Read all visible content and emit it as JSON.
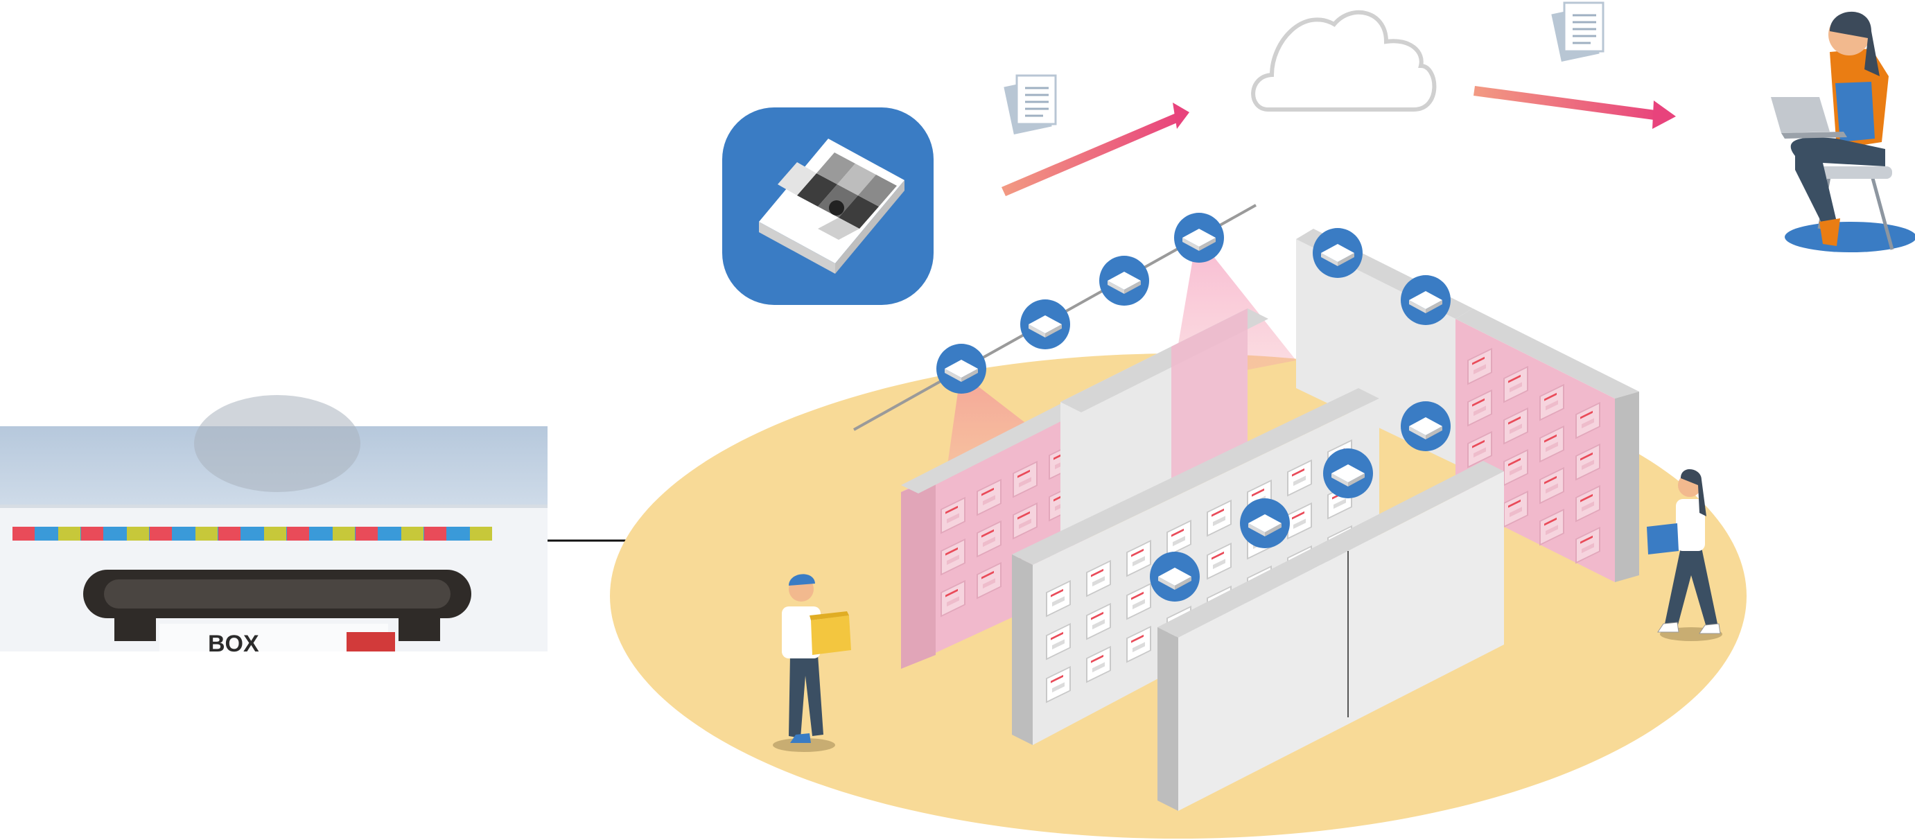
{
  "colors": {
    "floor": "#f8da97",
    "brand_blue": "#3a7cc4",
    "arrow_start": "#f29a82",
    "arrow_end": "#e8437c",
    "shelf_light": "#e9e9e9",
    "shelf_mid": "#d6d6d6",
    "shelf_dark": "#bdbdbd",
    "beam_pink": "#f06a9b",
    "bin_pink": "#f1b9cc",
    "worker_shirt": "#ffffff",
    "worker_pants": "#3b4f63",
    "box_yellow": "#f3c63f",
    "box_blue": "#3a7cc4",
    "desk_user_jacket": "#ea7d13",
    "color_strip": [
      "#e94b59",
      "#3a9ad9",
      "#c7c83a",
      "#e94b59",
      "#3a9ad9",
      "#c7c83a"
    ]
  },
  "icons": {
    "app_icon": "tag-reader-app-icon",
    "sensor": "ceiling-camera-icon",
    "document": "document-stack-icon",
    "cloud": "cloud-icon",
    "user": "laptop-user-icon"
  },
  "diagram": {
    "flow": [
      "camera sensors",
      "cloud",
      "user"
    ]
  }
}
